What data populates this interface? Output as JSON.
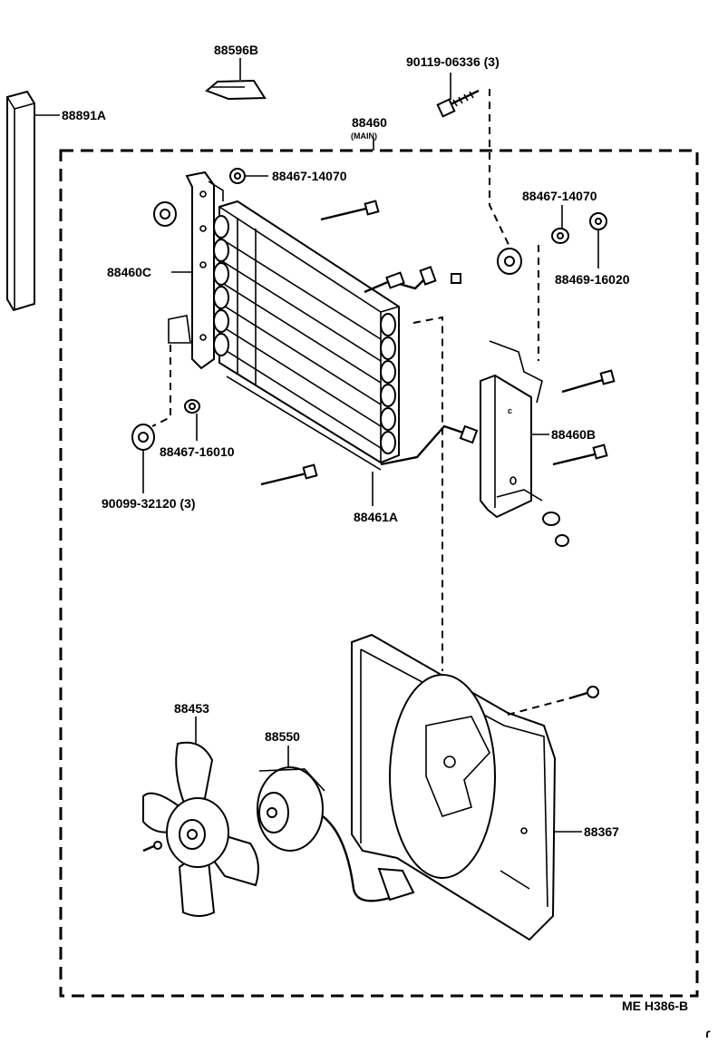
{
  "main_assembly": {
    "part_no": "88460",
    "sub_label": "(MAIN)"
  },
  "parts": {
    "p88596b": "88596B",
    "p88891a": "88891A",
    "p90119": "90119-06336 (3)",
    "p88467_top": "88467-14070",
    "p88467_right": "88467-14070",
    "p88469": "88469-16020",
    "p88460c": "88460C",
    "p88460b": "88460B",
    "p88467_16010": "88467-16010",
    "p90099": "90099-32120 (3)",
    "p88461a": "88461A",
    "p88453": "88453",
    "p88550": "88550",
    "p88367": "88367"
  },
  "footer": {
    "code": "ME  H386-B",
    "mark": "ɾ"
  }
}
